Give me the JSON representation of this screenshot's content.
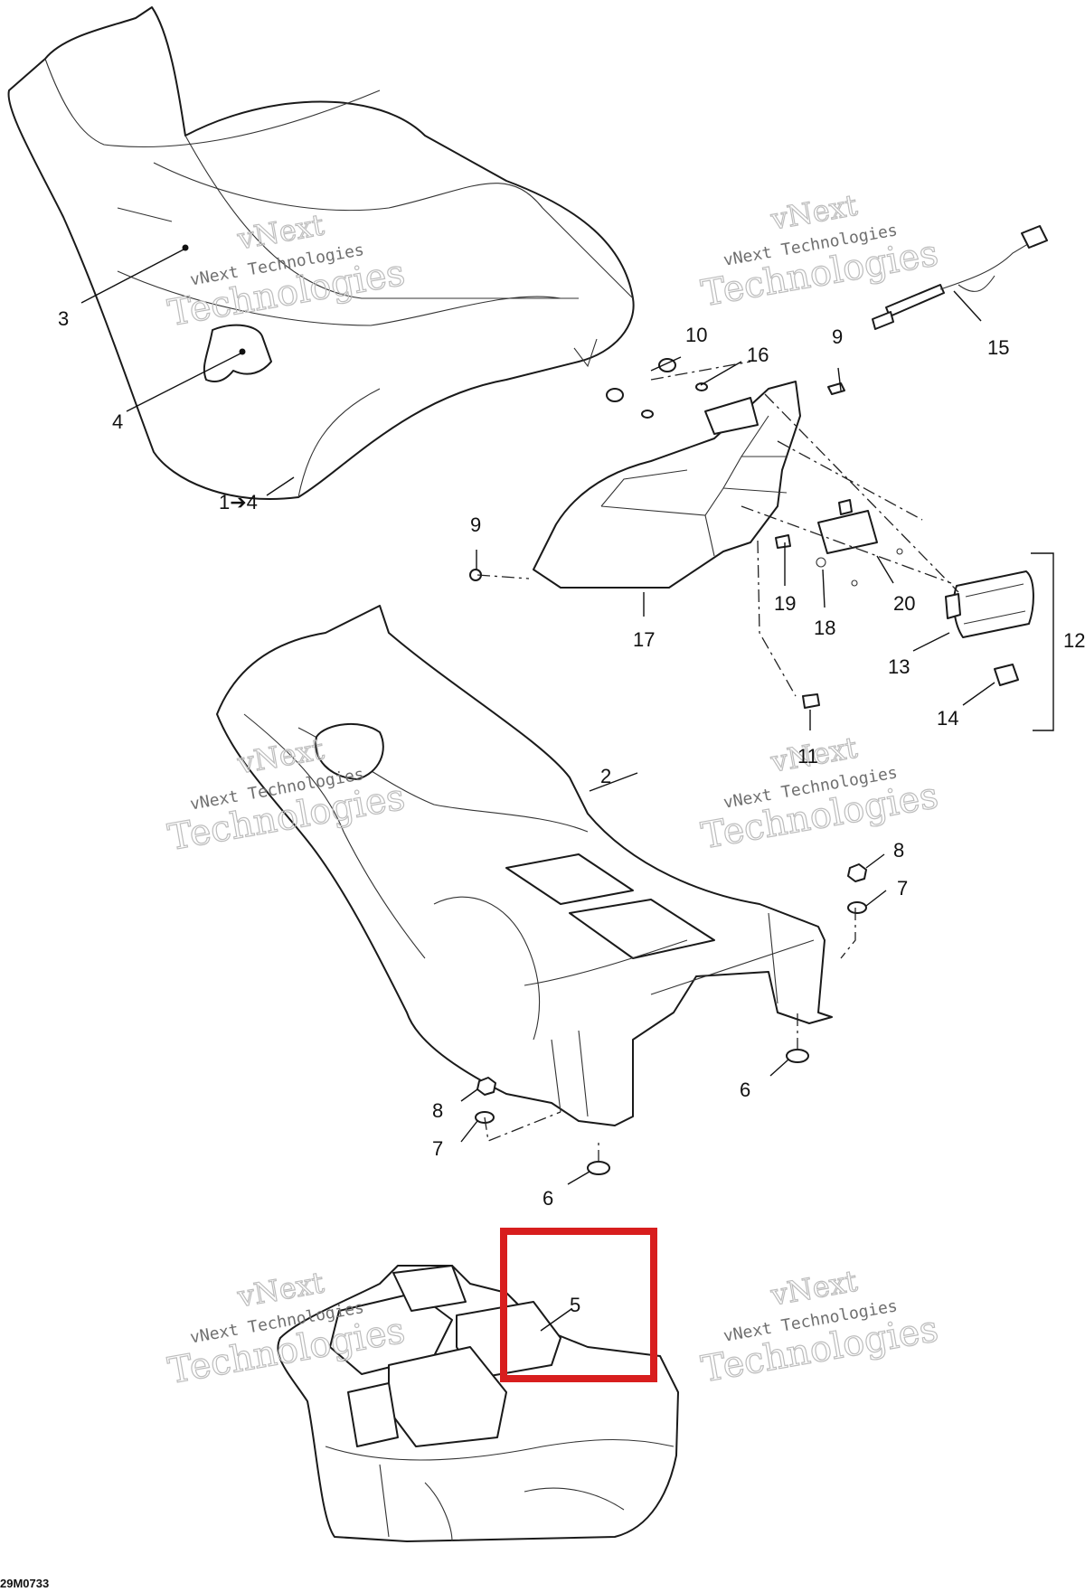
{
  "diagram": {
    "callouts": [
      "3",
      "4",
      "1➔4",
      "10",
      "16",
      "9",
      "15",
      "9",
      "17",
      "19",
      "18",
      "20",
      "13",
      "14",
      "11",
      "12",
      "2",
      "8",
      "7",
      "6",
      "8",
      "7",
      "6",
      "5"
    ],
    "watermark": {
      "brand_top": "vNext",
      "brand_line": "vNext Technologies",
      "brand_big": "Technologies"
    },
    "drawing_code": "29M0733",
    "highlight_color": "#d81e1e"
  }
}
